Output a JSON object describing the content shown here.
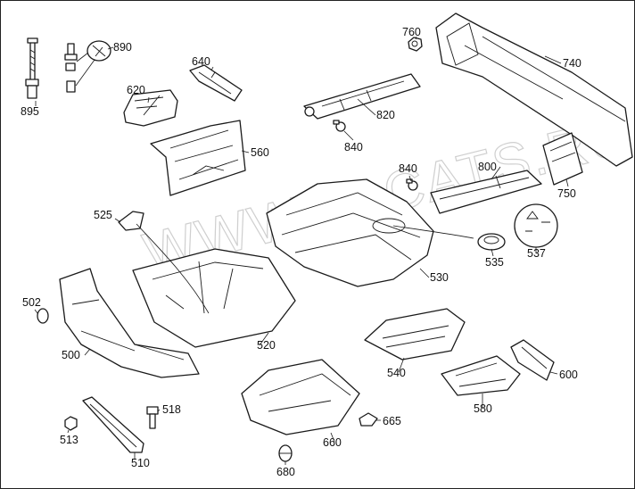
{
  "watermark": "WWW.ELCATS.RU",
  "callouts": {
    "c895": "895",
    "c890": "890",
    "c620": "620",
    "c640": "640",
    "c560": "560",
    "c760": "760",
    "c740": "740",
    "c820": "820",
    "c840a": "840",
    "c840b": "840",
    "c800": "800",
    "c750": "750",
    "c525": "525",
    "c530": "530",
    "c535": "535",
    "c537": "537",
    "c502": "502",
    "c500": "500",
    "c520": "520",
    "c540": "540",
    "c600": "600",
    "c580": "580",
    "c518": "518",
    "c513": "513",
    "c510": "510",
    "c660": "660",
    "c665": "665",
    "c680": "680"
  }
}
